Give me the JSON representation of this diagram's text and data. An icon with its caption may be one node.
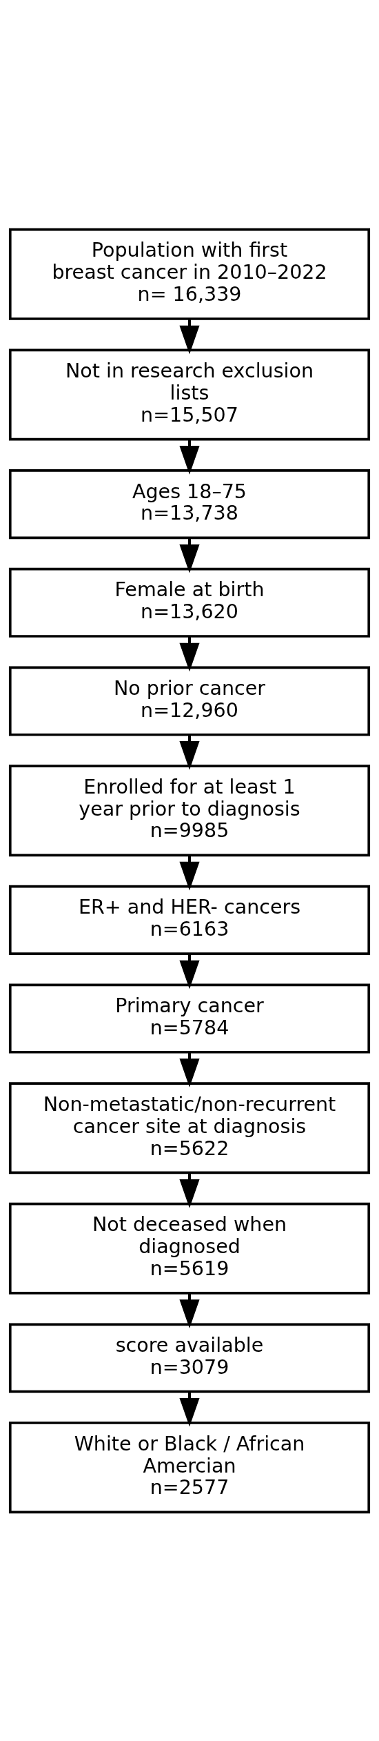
{
  "diagram": {
    "nodes": [
      {
        "text": [
          "Population with first breast cancer in 2010–2022",
          "n= 16,339"
        ]
      },
      {
        "text": [
          "Not in research exclusion lists",
          "n=15,507"
        ]
      },
      {
        "text": [
          "Ages 18–75",
          "n=13,738"
        ]
      },
      {
        "text": [
          "Female at birth",
          "n=13,620"
        ]
      },
      {
        "text": [
          "No prior cancer",
          "n=12,960"
        ]
      },
      {
        "text": [
          "Enrolled for at least 1 year prior to diagnosis",
          "n=9985"
        ]
      },
      {
        "text": [
          "ER+ and HER- cancers",
          "n=6163"
        ]
      },
      {
        "text": [
          "Primary cancer",
          "n=5784"
        ]
      },
      {
        "text": [
          "Non-metastatic/non-recurrent cancer site at diagnosis",
          "n=5622"
        ]
      },
      {
        "text": [
          "Not deceased when diagnosed",
          "n=5619"
        ]
      },
      {
        "text": [
          "score available",
          "n=3079"
        ]
      },
      {
        "text": [
          "White or Black / African Amercian",
          "n=2577"
        ]
      }
    ],
    "edges": [
      {
        "from": 0,
        "to": 1,
        "arrow": "to"
      },
      {
        "from": 1,
        "to": 2,
        "arrow": "to"
      },
      {
        "from": 2,
        "to": 3,
        "arrow": "to"
      },
      {
        "from": 3,
        "to": 4,
        "arrow": "to"
      },
      {
        "from": 4,
        "to": 5,
        "arrow": "to"
      },
      {
        "from": 5,
        "to": 6,
        "arrow": "to"
      },
      {
        "from": 6,
        "to": 7,
        "arrow": "to"
      },
      {
        "from": 7,
        "to": 8,
        "arrow": "to"
      },
      {
        "from": 8,
        "to": 9,
        "arrow": "to"
      },
      {
        "from": 9,
        "to": 10,
        "arrow": "to"
      },
      {
        "from": 10,
        "to": 11,
        "arrow": "to"
      }
    ]
  }
}
